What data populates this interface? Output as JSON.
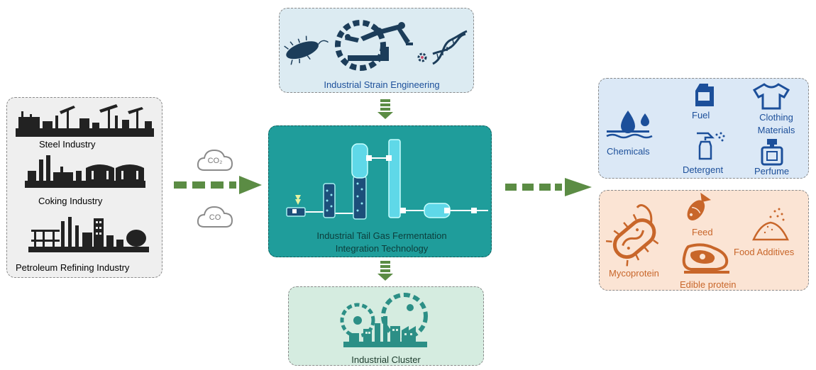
{
  "sources": {
    "items": [
      "Steel Industry",
      "Coking Industry",
      "Petroleum Refining Industry"
    ]
  },
  "gases": {
    "co2": "CO₂",
    "co": "CO"
  },
  "strain": {
    "label": "Industrial Strain Engineering"
  },
  "center": {
    "line1": "Industrial Tail Gas Fermentation",
    "line2": "Integration Technology"
  },
  "cluster": {
    "label": "Industrial Cluster"
  },
  "products_blue": {
    "chemicals": "Chemicals",
    "fuel": "Fuel",
    "detergent": "Detergent",
    "clothing_line1": "Clothing",
    "clothing_line2": "Materials",
    "perfume": "Perfume"
  },
  "products_orange": {
    "feed": "Feed",
    "food_additives": "Food Additives",
    "mycoprotein": "Mycoprotein",
    "edible_protein": "Edible protein"
  },
  "colors": {
    "green_arrow": "#5b8c44",
    "center_fill": "#1f9d9b",
    "blue_box": "#dbe8f6",
    "blue_text": "#1c4f9a",
    "orange_box": "#fbe4d4",
    "orange_text": "#c8662a",
    "green_box": "#d5ece0",
    "teal_icon": "#2c8f86"
  }
}
